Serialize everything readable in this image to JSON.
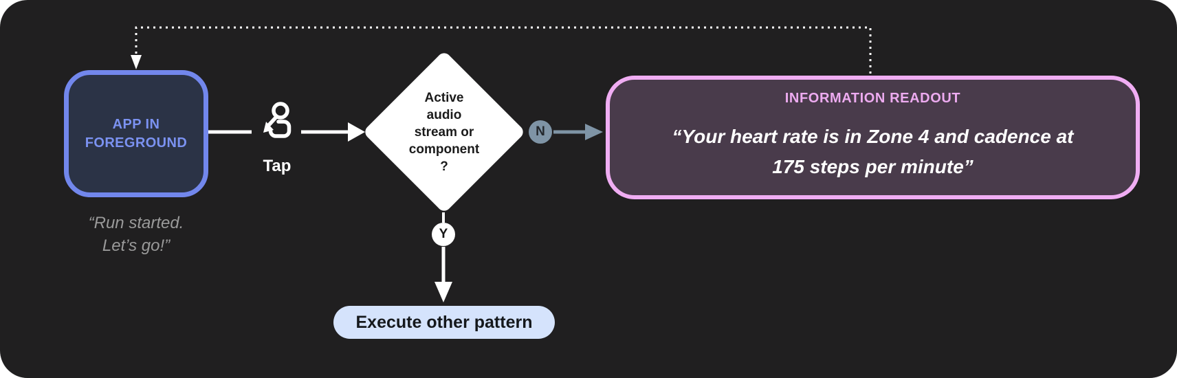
{
  "diagram": {
    "nodes": {
      "app_state": {
        "label": "APP IN\nFOREGROUND",
        "caption": "“Run started.\nLet’s go!”"
      },
      "tap": {
        "label": "Tap",
        "icon": "tap-gesture-icon"
      },
      "decision": {
        "label": "Active\naudio\nstream or\ncomponent\n?"
      },
      "branch_no": {
        "label": "N"
      },
      "branch_yes": {
        "label": "Y"
      },
      "readout": {
        "title": "INFORMATION READOUT",
        "quote": "“Your heart rate is in Zone 4 and cadence at\n175 steps per minute”"
      },
      "fallback": {
        "label": "Execute other pattern"
      }
    },
    "palette": {
      "canvas_bg": "#201f20",
      "app_node_border": "#7287ec",
      "app_node_fill": "#2b3346",
      "app_node_text": "#7b92f1",
      "muted_caption": "#9a9a9a",
      "connector_white": "#ffffff",
      "branch_slate": "#7f94a6",
      "readout_border": "#f0adf3",
      "readout_fill": "#493b4b",
      "readout_title": "#edabf0",
      "pill_fill": "#d5e3fc",
      "pill_text": "#15181c",
      "diamond_fill": "#ffffff"
    }
  }
}
